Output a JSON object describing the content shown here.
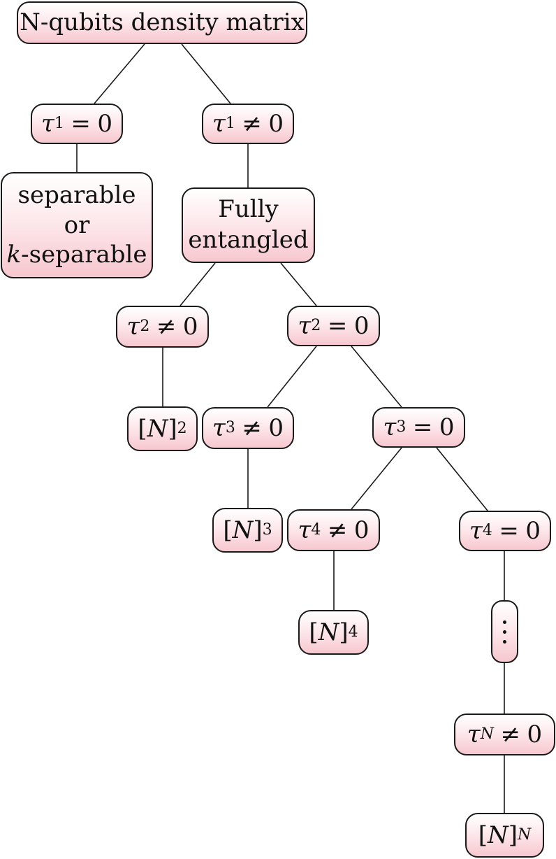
{
  "root": {
    "label": "N-qubits density matrix"
  },
  "tau1_zero": {
    "sym": "τ",
    "sub": "1",
    "rel": "=",
    "val": "0"
  },
  "tau1_nonzero": {
    "sym": "τ",
    "sub": "1",
    "rel": "≠",
    "val": "0"
  },
  "separable": {
    "line1": "separable",
    "line2": "or",
    "line3_var": "k",
    "line3_rest": "-separable"
  },
  "fully": {
    "line1": "Fully",
    "line2": "entangled"
  },
  "tau2_nonzero": {
    "sym": "τ",
    "sub": "2",
    "rel": "≠",
    "val": "0"
  },
  "tau2_zero": {
    "sym": "τ",
    "sub": "2",
    "rel": "=",
    "val": "0"
  },
  "n2": {
    "open": "[",
    "var": "N",
    "close": "]",
    "sub": "2"
  },
  "tau3_nonzero": {
    "sym": "τ",
    "sub": "3",
    "rel": "≠",
    "val": "0"
  },
  "tau3_zero": {
    "sym": "τ",
    "sub": "3",
    "rel": "=",
    "val": "0"
  },
  "n3": {
    "open": "[",
    "var": "N",
    "close": "]",
    "sub": "3"
  },
  "tau4_nonzero": {
    "sym": "τ",
    "sub": "4",
    "rel": "≠",
    "val": "0"
  },
  "tau4_zero": {
    "sym": "τ",
    "sub": "4",
    "rel": "=",
    "val": "0"
  },
  "n4": {
    "open": "[",
    "var": "N",
    "close": "]",
    "sub": "4"
  },
  "dots": {
    "icon": "vertical-ellipsis"
  },
  "tauN_nonzero": {
    "sym": "τ",
    "sub": "N",
    "rel": "≠",
    "val": "0"
  },
  "nN": {
    "open": "[",
    "var": "N",
    "close": "]",
    "sub": "N"
  }
}
